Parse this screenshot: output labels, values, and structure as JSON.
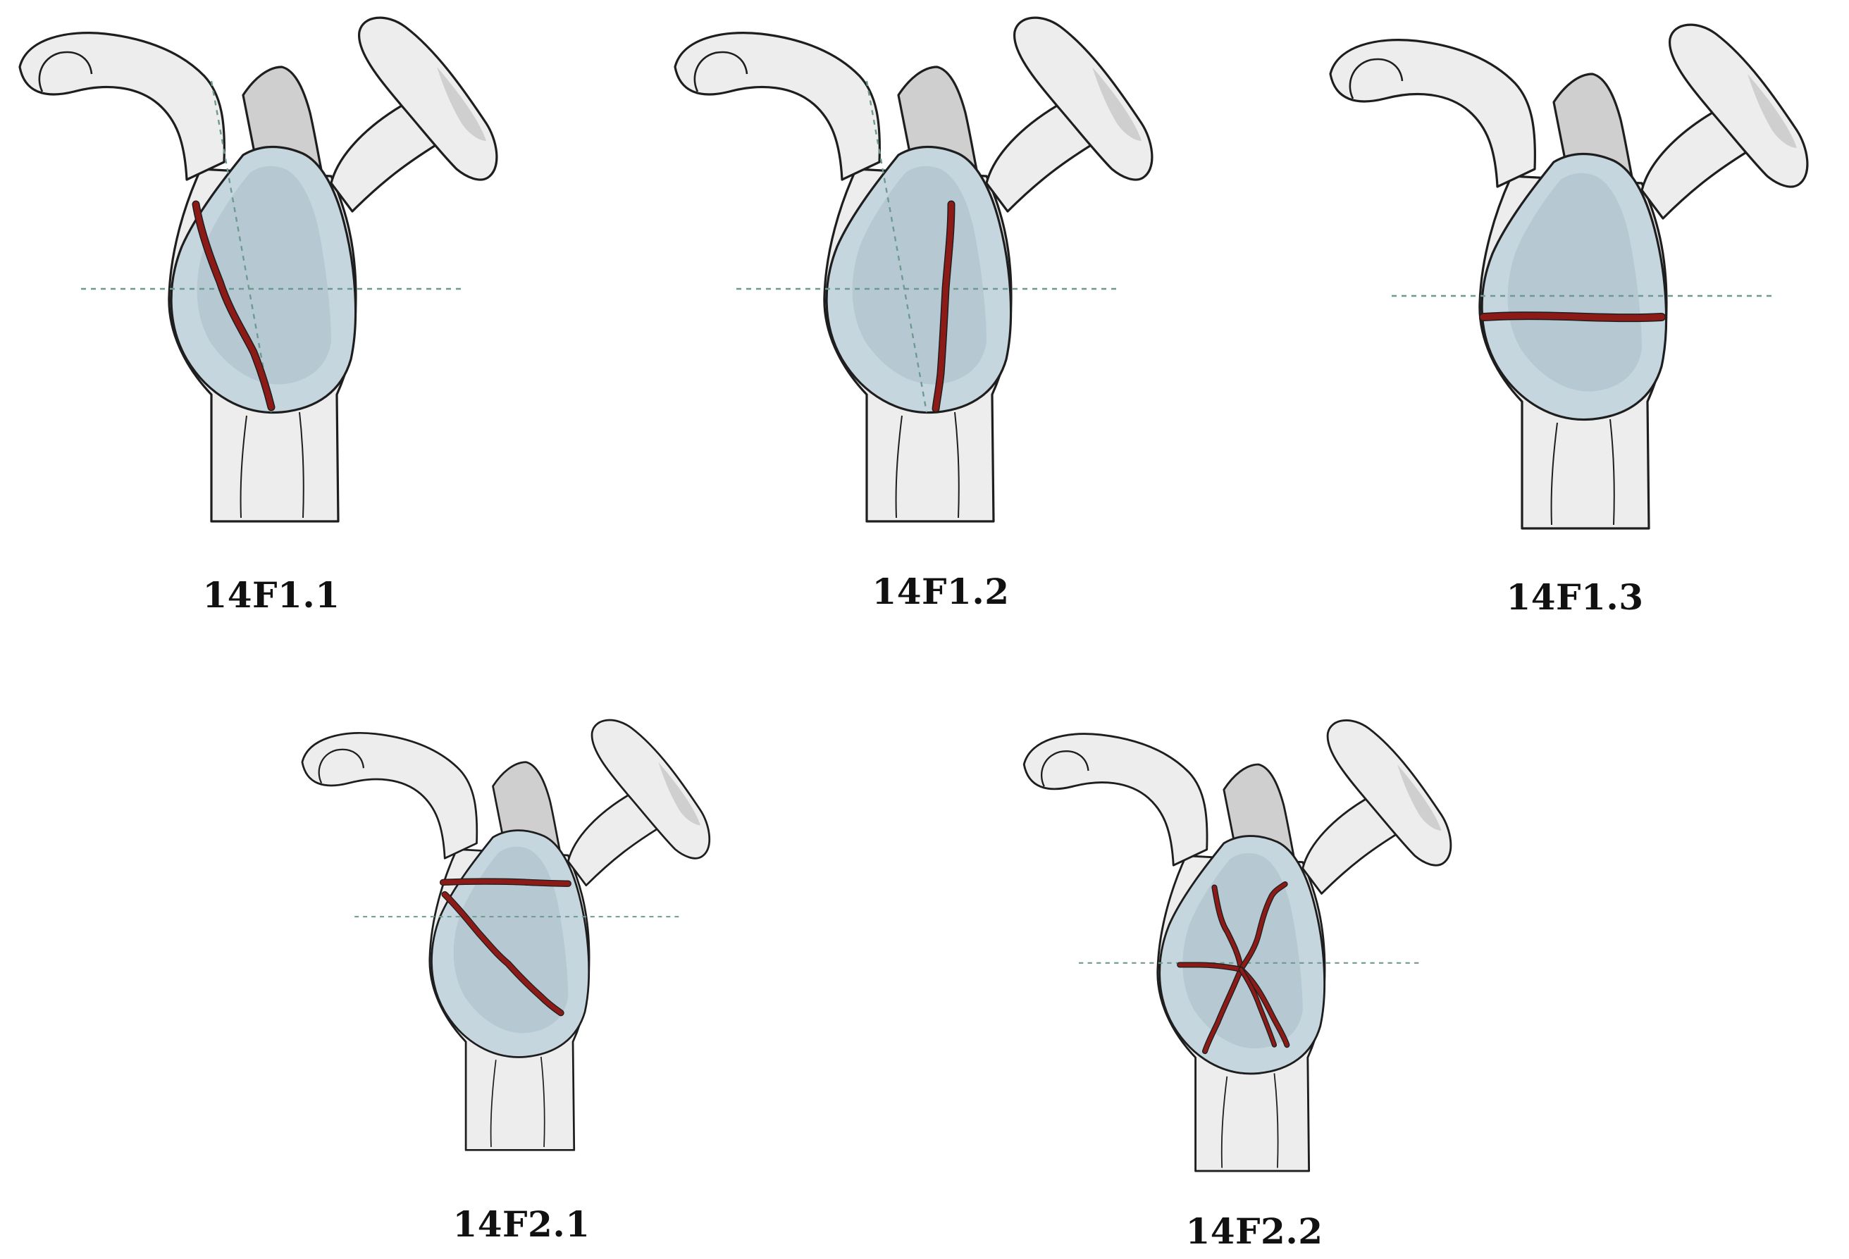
{
  "figure": {
    "panels": [
      {
        "id": "p11",
        "label": "14F1.1",
        "fracture": "oblique-anterior"
      },
      {
        "id": "p12",
        "label": "14F1.2",
        "fracture": "vertical-posterior"
      },
      {
        "id": "p13",
        "label": "14F1.3",
        "fracture": "transverse"
      },
      {
        "id": "p21",
        "label": "14F2.1",
        "fracture": "two-line"
      },
      {
        "id": "p22",
        "label": "14F2.2",
        "fracture": "comminuted"
      }
    ],
    "colors": {
      "bone": "#ededed",
      "bone_shade": "#cfcfcf",
      "glenoid": "#c5d6df",
      "glenoid_inner": "#a9c0c9",
      "fracture": "#8c1a17",
      "outline": "#1e1e1e",
      "guide_line": "#6f9a92"
    }
  }
}
